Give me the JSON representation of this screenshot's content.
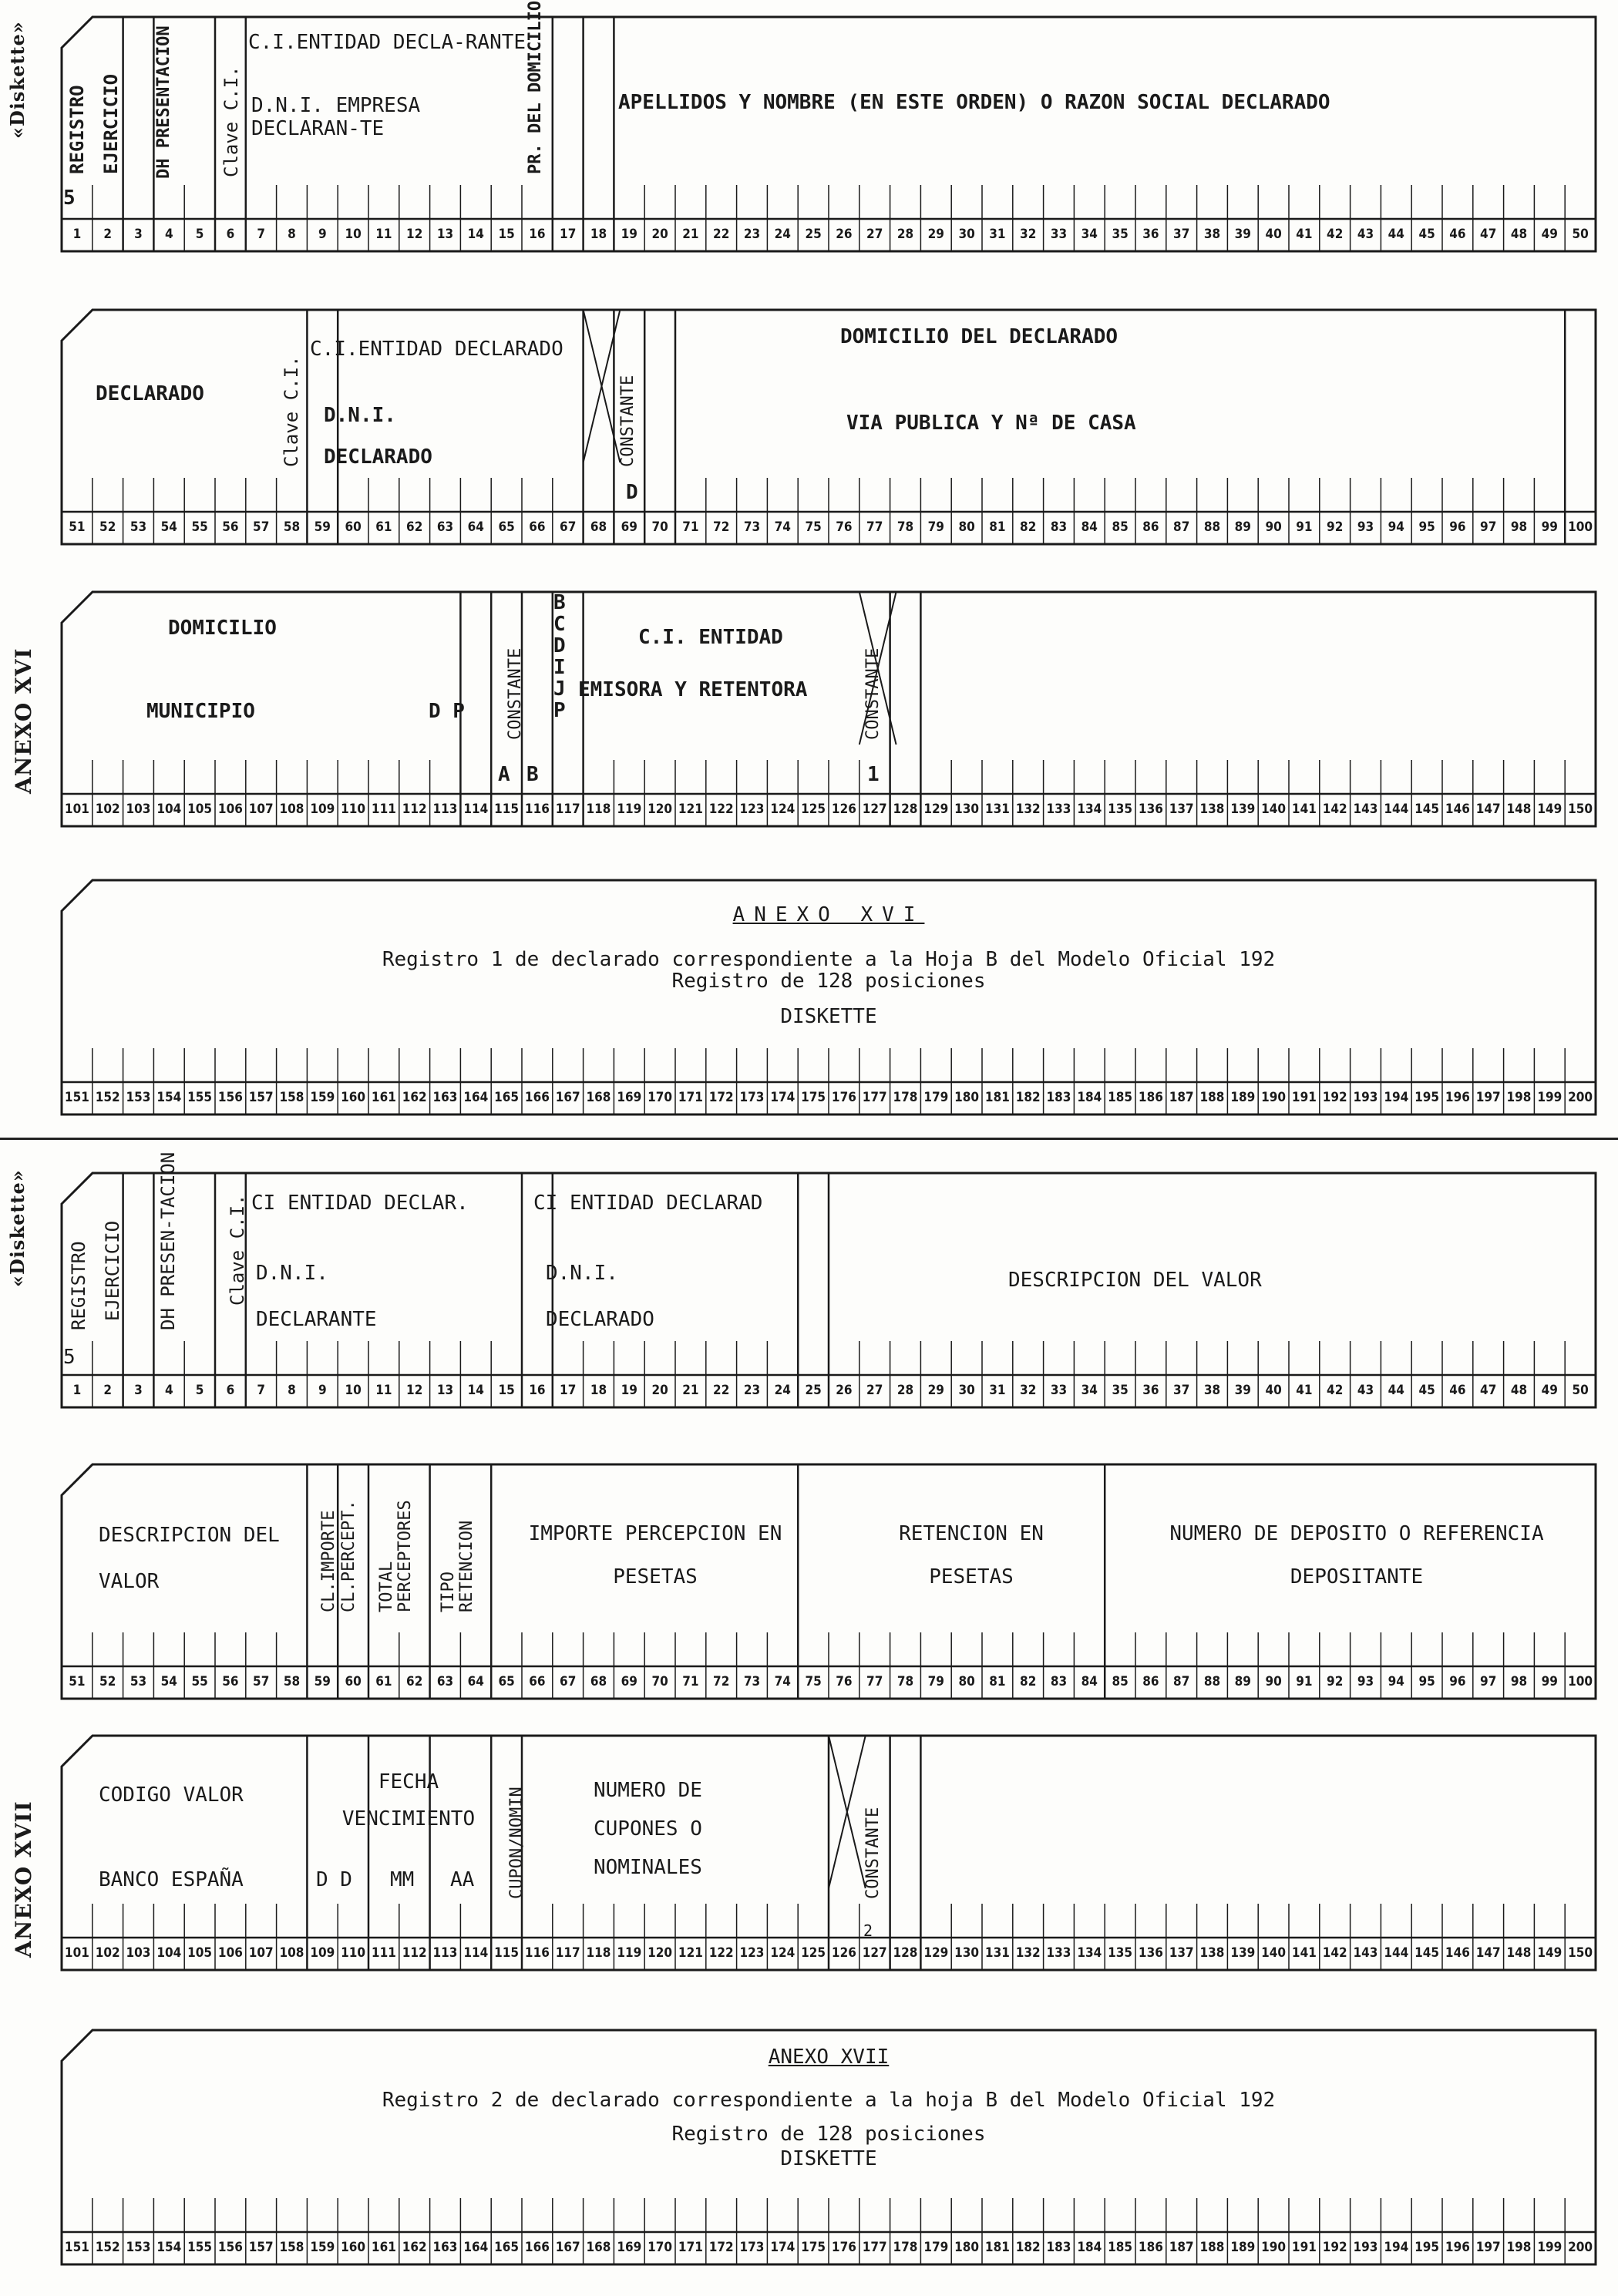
{
  "anexo16": {
    "side_label": "ANEXO XVI",
    "diskette_label": "«Diskette»",
    "row1": {
      "registro": "REGISTRO",
      "ejercicio": "EJERCICIO",
      "dh_presentacion": "DH PRESENTACION",
      "clave_ci": "Clave C.I.",
      "ci_entidad_declarante": "C.I.ENTIDAD DECLA-RANTE",
      "dni_empresa": "D.N.I. EMPRESA DECLARAN-TE",
      "pr_domicilio": "PR. DEL DOMICILIO",
      "apellidos": "APELLIDOS Y NOMBRE (EN ESTE ORDEN) O RAZON SOCIAL DECLARADO",
      "value_5": "5"
    },
    "row2": {
      "declarado": "DECLARADO",
      "clave_ci": "Clave C.I.",
      "ci_entidad_declarado": "C.I.ENTIDAD DECLARADO",
      "dni_declarado": "D.N.I. DECLARADO",
      "constante": "CONSTANTE",
      "value_d": "D",
      "domicilio_declarado": "DOMICILIO DEL DECLARADO",
      "via_publica": "VIA PUBLICA Y Nª DE CASA"
    },
    "row3": {
      "domicilio": "DOMICILIO",
      "municipio": "MUNICIPIO",
      "dp": "D P",
      "constante": "CONSTANTE",
      "bcdijp": "BCDIJP",
      "ci_entidad": "C.I. ENTIDAD",
      "emisora": "EMISORA Y RETENTORA",
      "constante2": "CONSTANTE",
      "value_a": "A",
      "value_b": "B",
      "value_1": "1"
    },
    "row4": {
      "title": "ANEXO XVI",
      "line1": "Registro 1 de declarado correspondiente a la Hoja B del Modelo Oficial 192",
      "line2": "Registro de 128 posiciones",
      "line3": "DISKETTE"
    }
  },
  "anexo17": {
    "side_label": "ANEXO XVII",
    "diskette_label": "«Diskette»",
    "row1": {
      "registro": "REGISTRO",
      "ejercicio": "EJERCICIO",
      "dh_presentacion": "DH PRESEN-TACION",
      "clave_ci": "Clave C.I.",
      "ci_entidad_declar": "CI ENTIDAD DECLAR.",
      "dni_declarante": "D.N.I. DECLARANTE",
      "ci_entidad_declarad": "CI ENTIDAD DECLARAD",
      "dni_declarado": "D.N.I. DECLARADO",
      "descripcion_valor": "DESCRIPCION DEL VALOR",
      "value_5": "5"
    },
    "row2": {
      "descripcion": "DESCRIPCION DEL VALOR",
      "cl_importe": "CL.IMPORTE",
      "cl_percept": "CL.PERCEPT.",
      "total_perceptores": "TOTAL PERCEPTORES",
      "tipo_retencion": "TIPO RETENCION",
      "importe_percepcion": "IMPORTE PERCEPCION EN PESETAS",
      "retencion": "RETENCION EN PESETAS",
      "numero_deposito": "NUMERO DE DEPOSITO O REFERENCIA DEPOSITANTE"
    },
    "row3": {
      "codigo_valor": "CODIGO VALOR",
      "banco_espana": "BANCO ESPAÑA",
      "fecha_venc": "FECHA VENCIMIENTO",
      "dd": "D D",
      "mm": "MM",
      "aa": "AA",
      "cupon_nomin": "CUPON/NOMIN",
      "numero_cupones": "NUMERO DE CUPONES O NOMINALES",
      "constante": "CONSTANTE",
      "value_2": "2"
    },
    "row4": {
      "title": "ANEXO XVII",
      "line1": "Registro 2 de declarado correspondiente a la hoja B del Modelo Oficial 192",
      "line2": "Registro de 128 posiciones",
      "line3": "DISKETTE"
    }
  }
}
